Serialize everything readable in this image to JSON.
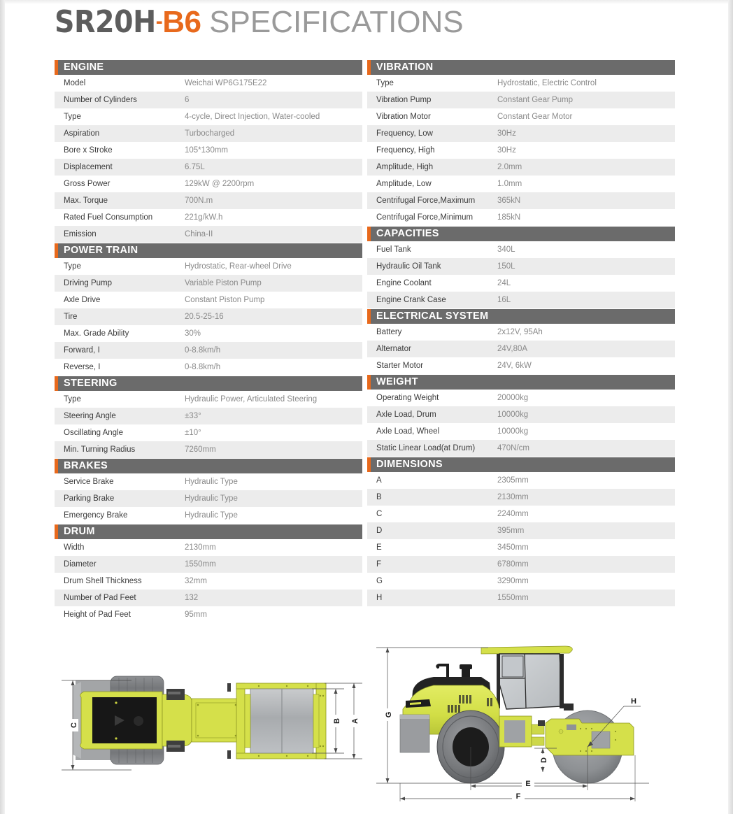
{
  "title": {
    "model": "SR20H",
    "dash": "-",
    "variant": "B6",
    "word": "SPECIFICATIONS"
  },
  "colors": {
    "accent_orange": "#e8691c",
    "header_gray": "#6b6b6b",
    "row_alt": "#ececec",
    "label_text": "#3c3c3c",
    "value_text": "#8a8a8a",
    "machine_yellow": "#d5e04a",
    "machine_gray": "#9a9a9a",
    "machine_dark": "#1c1c1c"
  },
  "left_column": [
    {
      "section": "ENGINE",
      "rows": [
        {
          "label": "Model",
          "value": "Weichai WP6G175E22"
        },
        {
          "label": "Number of Cylinders",
          "value": "6"
        },
        {
          "label": "Type",
          "value": "4-cycle, Direct Injection, Water-cooled"
        },
        {
          "label": "Aspiration",
          "value": "Turbocharged"
        },
        {
          "label": "Bore x Stroke",
          "value": "105*130mm"
        },
        {
          "label": "Displacement",
          "value": "6.75L"
        },
        {
          "label": "Gross Power",
          "value": "129kW @ 2200rpm"
        },
        {
          "label": "Max. Torque",
          "value": "700N.m"
        },
        {
          "label": "Rated Fuel Consumption",
          "value": "221g/kW.h"
        },
        {
          "label": "Emission",
          "value": "China-II"
        }
      ]
    },
    {
      "section": "POWER TRAIN",
      "rows": [
        {
          "label": "Type",
          "value": "Hydrostatic, Rear-wheel Drive"
        },
        {
          "label": "Driving Pump",
          "value": "Variable Piston Pump"
        },
        {
          "label": "Axle Drive",
          "value": "Constant Piston Pump"
        },
        {
          "label": "Tire",
          "value": "20.5-25-16"
        },
        {
          "label": "Max. Grade Ability",
          "value": "30%"
        },
        {
          "label": "Forward, I",
          "value": "0-8.8km/h"
        },
        {
          "label": "Reverse, I",
          "value": "0-8.8km/h"
        }
      ]
    },
    {
      "section": "STEERING",
      "rows": [
        {
          "label": "Type",
          "value": "Hydraulic Power, Articulated Steering"
        },
        {
          "label": "Steering Angle",
          "value": "±33°"
        },
        {
          "label": "Oscillating Angle",
          "value": "±10°"
        },
        {
          "label": "Min. Turning Radius",
          "value": "7260mm"
        }
      ]
    },
    {
      "section": "BRAKES",
      "rows": [
        {
          "label": "Service Brake",
          "value": "Hydraulic Type"
        },
        {
          "label": "Parking Brake",
          "value": "Hydraulic Type"
        },
        {
          "label": "Emergency Brake",
          "value": "Hydraulic Type"
        }
      ]
    },
    {
      "section": "DRUM",
      "rows": [
        {
          "label": "Width",
          "value": "2130mm"
        },
        {
          "label": "Diameter",
          "value": "1550mm"
        },
        {
          "label": "Drum Shell Thickness",
          "value": "32mm"
        },
        {
          "label": "Number of Pad Feet",
          "value": "132"
        },
        {
          "label": "Height of  Pad Feet",
          "value": "95mm"
        }
      ]
    }
  ],
  "right_column": [
    {
      "section": "VIBRATION",
      "rows": [
        {
          "label": "Type",
          "value": "Hydrostatic, Electric Control"
        },
        {
          "label": "Vibration Pump",
          "value": "Constant Gear Pump"
        },
        {
          "label": "Vibration Motor",
          "value": "Constant Gear Motor"
        },
        {
          "label": "Frequency, Low",
          "value": "30Hz"
        },
        {
          "label": "Frequency, High",
          "value": "30Hz"
        },
        {
          "label": "Amplitude, High",
          "value": "2.0mm"
        },
        {
          "label": "Amplitude, Low",
          "value": "1.0mm"
        },
        {
          "label": "Centrifugal Force,Maximum",
          "value": "365kN"
        },
        {
          "label": "Centrifugal Force,Minimum",
          "value": "185kN"
        }
      ]
    },
    {
      "section": "CAPACITIES",
      "rows": [
        {
          "label": "Fuel Tank",
          "value": "340L"
        },
        {
          "label": "Hydraulic Oil Tank",
          "value": "150L"
        },
        {
          "label": "Engine Coolant",
          "value": "24L"
        },
        {
          "label": "Engine Crank Case",
          "value": "16L"
        }
      ]
    },
    {
      "section": "ELECTRICAL SYSTEM",
      "rows": [
        {
          "label": "Battery",
          "value": "2x12V, 95Ah"
        },
        {
          "label": "Alternator",
          "value": "24V,80A"
        },
        {
          "label": "Starter Motor",
          "value": "24V, 6kW"
        }
      ]
    },
    {
      "section": "WEIGHT",
      "rows": [
        {
          "label": "Operating Weight",
          "value": "20000kg"
        },
        {
          "label": "Axle Load, Drum",
          "value": "10000kg"
        },
        {
          "label": "Axle Load, Wheel",
          "value": "10000kg"
        },
        {
          "label": "Static Linear Load(at Drum)",
          "value": "470N/cm"
        }
      ]
    },
    {
      "section": "DIMENSIONS",
      "rows": [
        {
          "label": "A",
          "value": "2305mm"
        },
        {
          "label": "B",
          "value": "2130mm"
        },
        {
          "label": "C",
          "value": "2240mm"
        },
        {
          "label": "D",
          "value": "395mm"
        },
        {
          "label": "E",
          "value": "3450mm"
        },
        {
          "label": "F",
          "value": "6780mm"
        },
        {
          "label": "G",
          "value": "3290mm"
        },
        {
          "label": "H",
          "value": "1550mm"
        }
      ]
    }
  ],
  "diagrams": {
    "top_view": {
      "name": "top-view-drawing",
      "dimension_labels": [
        "C",
        "B",
        "A"
      ]
    },
    "side_view": {
      "name": "side-view-drawing",
      "dimension_labels": [
        "G",
        "H",
        "D",
        "E",
        "F"
      ]
    }
  }
}
